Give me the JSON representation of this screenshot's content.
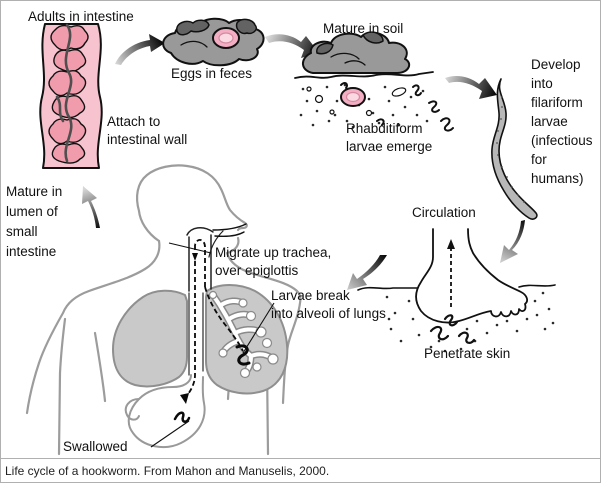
{
  "caption": "Life cycle of a hookworm. From Mahon and Manuselis, 2000.",
  "labels": {
    "adults_in_intestine": "Adults in intestine",
    "attach": [
      "Attach to",
      "intestinal wall"
    ],
    "eggs_in_feces": "Eggs in feces",
    "mature_in_soil": "Mature in soil",
    "rhabditiform": [
      "Rhabditiform",
      "larvae emerge"
    ],
    "develop": [
      "Develop",
      "into",
      "filariform",
      "larvae",
      "(infectious",
      "for",
      "humans)"
    ],
    "circulation": "Circulation",
    "penetrate_skin": "Penetrate skin",
    "migrate": [
      "Migrate up trachea,",
      "over epiglottis"
    ],
    "larvae_break": [
      "Larvae break",
      "into alveoli of lungs"
    ],
    "mature_lumen": [
      "Mature in",
      "lumen of",
      "small",
      "intestine"
    ],
    "swallowed": "Swallowed"
  },
  "colors": {
    "intestine_wall": "#f6c3ce",
    "intestine_folds": "#f19cac",
    "feces_gray": "#999999",
    "feces_dark": "#636363",
    "egg_ring": "#f3aec3",
    "egg_center": "#fbd9e3",
    "larva_body": "#b8b8b8",
    "body_outline": "#9c9c9c",
    "lung_fill": "#c9c9c9",
    "arrow_dark": "#0a0a0a",
    "arrow_light": "#d9d9d9"
  }
}
